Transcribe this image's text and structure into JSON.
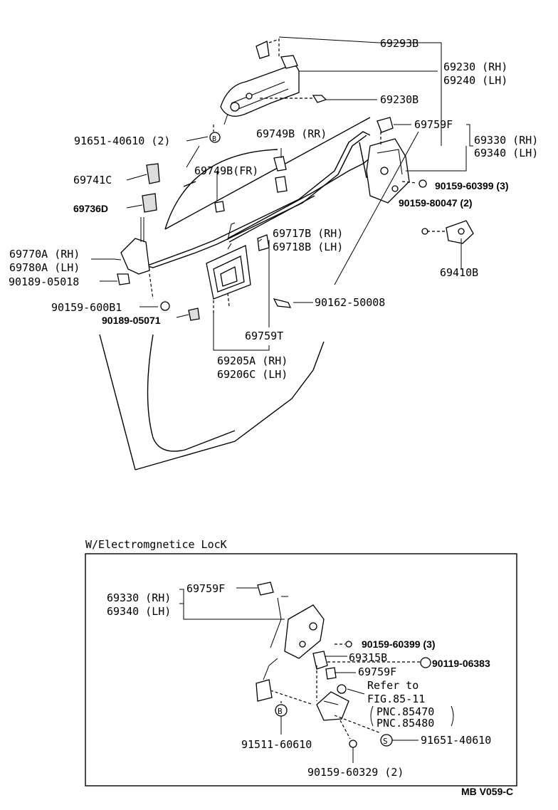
{
  "labels": {
    "p69293B": "69293B",
    "p69230_rh": "69230 (RH)",
    "p69240_lh": "69240 (LH)",
    "p69230B": "69230B",
    "p91651_40610_2": "91651-40610 (2)",
    "p69759F_top": "69759F",
    "p69330_rh": "69330 (RH)",
    "p69340_lh": "69340 (LH)",
    "p69749B_rr": "69749B (RR)",
    "p69741C": "69741C",
    "p69749B_fr": "69749B(FR)",
    "p90159_60399_3": "90159-60399 (3)",
    "p90159_80047_2": "90159-80047 (2)",
    "p69736D": "69736D",
    "p69717B_rh": "69717B (RH)",
    "p69718B_lh": "69718B (LH)",
    "p69770A_rh": "69770A (RH)",
    "p69780A_lh": "69780A (LH)",
    "p69410B": "69410B",
    "p90189_05018": "90189-05018",
    "p90162_50008": "90162-50008",
    "p90159_60081": "90159-600B1",
    "p90189_05071": "90189-05071",
    "p69759T": "69759T",
    "p69205A_rh": "69205A (RH)",
    "p69206C_lh": "69206C (LH)"
  },
  "inset": {
    "title": "W/Electromgnetice LocK",
    "p69330_rh": "69330 (RH)",
    "p69340_lh": "69340 (LH)",
    "p69759F_a": "69759F",
    "p90159_60399_3": "90159-60399 (3)",
    "p69315B": "69315B",
    "p69759F_b": "69759F",
    "p90119_06383": "90119-06383",
    "refer_to": "Refer to",
    "fig": "FIG.85-11",
    "pnc1": "PNC.85470",
    "pnc2": "PNC.85480",
    "p91511_60610": "91511-60610",
    "p91651_40610": "91651-40610",
    "p90159_60329_2": "90159-60329 (2)"
  },
  "symbols": {
    "b_top": "B",
    "b_inset": "B",
    "s_inset": "S"
  },
  "footer": {
    "code": "MB V059-C"
  }
}
